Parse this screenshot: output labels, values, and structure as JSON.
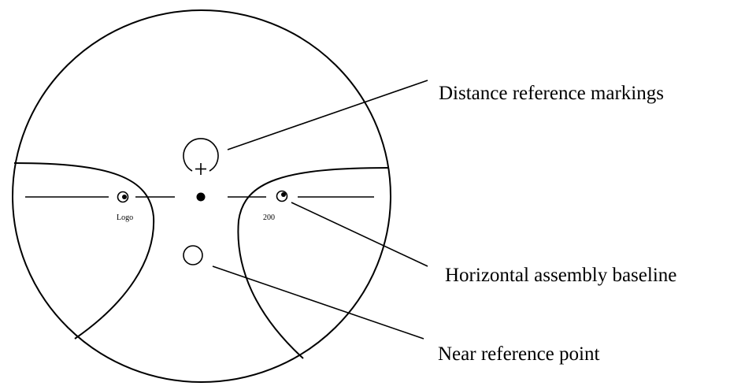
{
  "labels": {
    "logo": "Logo",
    "power": "200",
    "distance_reference": "Distance reference markings",
    "horizontal_baseline": "Horizontal assembly baseline",
    "near_reference": "Near reference point"
  },
  "colors": {
    "ink": "#000000",
    "background": "#ffffff"
  }
}
